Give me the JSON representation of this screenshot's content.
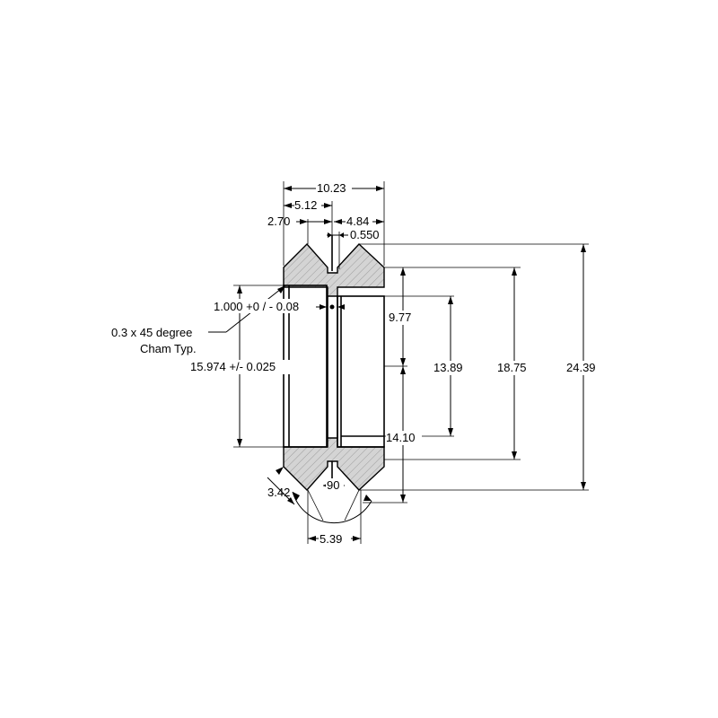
{
  "dimensions": {
    "overall_width": "10.23",
    "half_width": "5.12",
    "left_offset": "2.70",
    "right_offset": "4.84",
    "slot_width": "0.550",
    "inner_groove": "1.000 +0 / - 0.08",
    "bore": "15.974 +/- 0.025",
    "groove_depth": "9.77",
    "inner_diameter": "13.89",
    "inner_span": "14.10",
    "mid_diameter": "18.75",
    "outer_diameter": "24.39",
    "chamfer_size": "3.42",
    "v_angle": "90",
    "v_width": "5.39"
  },
  "notes": {
    "chamfer_line1": "0.3 x 45 degree",
    "chamfer_line2": "Cham Typ."
  },
  "colors": {
    "hatch_fill": "#cfcfcf",
    "line": "#000000"
  }
}
